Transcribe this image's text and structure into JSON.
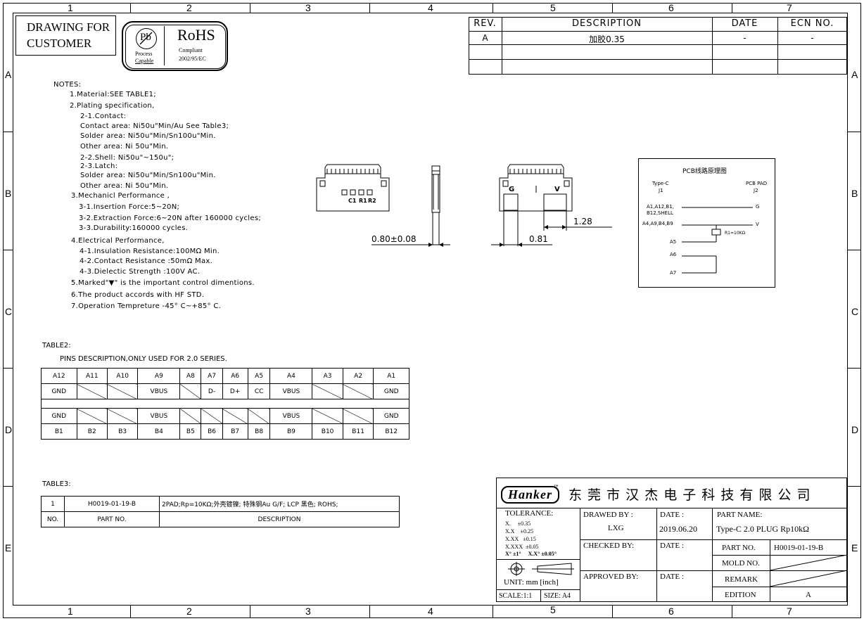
{
  "zones": {
    "cols": [
      "1",
      "2",
      "3",
      "4",
      "5",
      "6",
      "7"
    ],
    "rows": [
      "A",
      "B",
      "C",
      "D",
      "E"
    ]
  },
  "drawing_for": "DRAWING FOR\nCUSTOMER",
  "drawing_for_line1": "DRAWING FOR",
  "drawing_for_line2": "CUSTOMER",
  "badge": {
    "pb_symbol": "Pb",
    "pb_text1": "Process",
    "pb_text2": "Capable",
    "rohs": "RoHS",
    "rohs_text1": "Compliant",
    "rohs_text2": "2002/95/EC"
  },
  "revision_table": {
    "headers": [
      "REV.",
      "DESCRIPTION",
      "DATE",
      "ECN NO."
    ],
    "rows": [
      [
        "A",
        "加胶0.35",
        "-",
        "-"
      ],
      [
        "",
        "",
        "",
        ""
      ],
      [
        "",
        "",
        "",
        ""
      ]
    ]
  },
  "notes": [
    "NOTES:",
    "1.Material:SEE TABLE1;",
    "2.Plating specification,",
    "2-1.Contact:",
    "Contact area: Ni50u\"Min/Au See Table3;",
    "Solder area: Ni50u\"Min/Sn100u\"Min.",
    "Other area: Ni 50u\"Min.",
    "2-2.Shell: Ni50u\"~150u\";",
    "2-3.Latch:",
    "Solder area: Ni50u\"Min/Sn100u\"Min.",
    "Other area: Ni 50u\"Min.",
    "3.Mechanicl Performance ,",
    "3-1.Insertion Force:5~20N;",
    "3-2.Extraction Force:6~20N after 160000 cycles;",
    "3-3.Durability:160000 cycles.",
    "4.Electrical Performance,",
    "4-1.Insulation Resistance:100MΩ  Min.",
    "4-2.Contact Resistance :50mΩ  Max.",
    "4-3.Dielectic Strength :100V AC.",
    "5.Marked\"▼\" is the important control dimentions.",
    "6.The product accords with HF STD.",
    "7.Operation Tempreture -45° C~+85° C."
  ],
  "drawing_labels": {
    "c1": "C1",
    "r1": "R1",
    "r2": "R2",
    "g": "G",
    "v": "V",
    "dim_080": "0.80±0.08",
    "dim_081": "0.81",
    "dim_128": "1.28"
  },
  "schematic": {
    "title": "PCB线路原理图",
    "left_head1": "Type-C",
    "left_head2": "J1",
    "right_head1": "PCB PAD",
    "right_head2": "J2",
    "pin_a1": "A1,A12,B1,",
    "pin_b12": "B12,SHELL",
    "pin_a4": "A4,A9,B4,B9",
    "pin_a5": "A5",
    "pin_a6": "A6",
    "pin_a7": "A7",
    "net_g": "G",
    "net_v": "V",
    "resistor": "R1=10KΩ"
  },
  "table2": {
    "title": "TABLE2:",
    "subtitle": "PINS DESCRIPTION,ONLY USED FOR 2.0 SERIES.",
    "row_a_pins": [
      "A12",
      "A11",
      "A10",
      "A9",
      "A8",
      "A7",
      "A6",
      "A5",
      "A4",
      "A3",
      "A2",
      "A1"
    ],
    "row_a_funcs": [
      "GND",
      "",
      "",
      "VBUS",
      "",
      "D-",
      "D+",
      "CC",
      "VBUS",
      "",
      "",
      "GND"
    ],
    "row_b_funcs": [
      "GND",
      "",
      "",
      "VBUS",
      "",
      "",
      "",
      "",
      "VBUS",
      "",
      "",
      "GND"
    ],
    "row_b_pins": [
      "B1",
      "B2",
      "B3",
      "B4",
      "B5",
      "B6",
      "B7",
      "B8",
      "B9",
      "B10",
      "B11",
      "B12"
    ]
  },
  "table3": {
    "title": "TABLE3:",
    "row": [
      "1",
      "H0019-01-19-B",
      "2PAD;Rp=10KΩ;外壳镀镍; 特殊钢Au G/F; LCP 黑色; ROHS;"
    ],
    "header": [
      "NO.",
      "PART NO.",
      "DESCRIPTION"
    ]
  },
  "title_block": {
    "logo": "Hanker",
    "tm": "™",
    "company": "东 莞 市 汉 杰 电 子 科 技 有 限 公 司",
    "tolerance_title": "TOLERANCE:",
    "tol": [
      "X.     ±0.35",
      "X.X    ±0.25",
      "X.XX   ±0.15",
      "X.XXX  ±0.05"
    ],
    "tol_ang": "X° ±1°     X.X° ±0.05°",
    "unit": "UNIT: mm [inch]",
    "scale": "SCALE:1:1",
    "size": "SIZE: A4",
    "drawn_by_label": "DRAWED BY :",
    "drawn_by": "LXG",
    "date_label": "DATE :",
    "date": "2019.06.20",
    "checked_by": "CHECKED BY:",
    "date_label2": "DATE :",
    "approved_by": "APPROVED BY:",
    "date_label3": "DATE :",
    "part_name_label": "PART NAME:",
    "part_name": "Type-C 2.0 PLUG Rp10kΩ",
    "part_no_label": "PART NO.",
    "part_no": "H0019-01-19-B",
    "mold_no_label": "MOLD NO.",
    "remark_label": "REMARK",
    "edition_label": "EDITION",
    "edition": "A"
  }
}
